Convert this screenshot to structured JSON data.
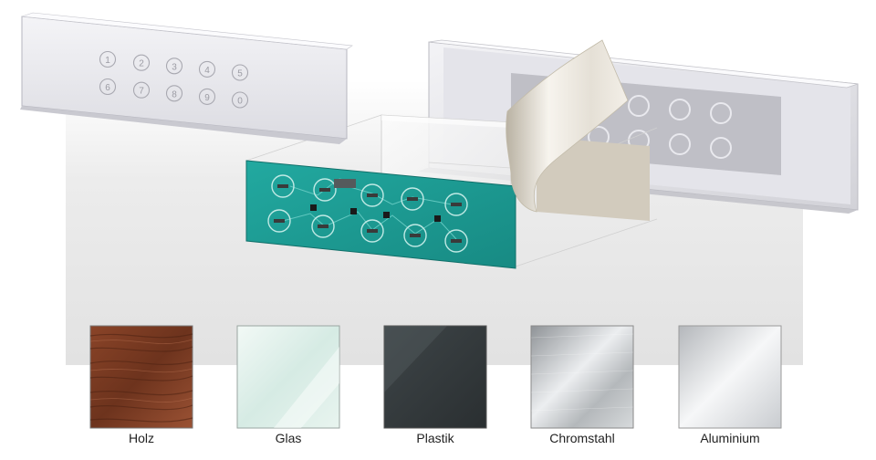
{
  "keypad": {
    "digits": [
      "1",
      "2",
      "3",
      "4",
      "5",
      "6",
      "7",
      "8",
      "9",
      "0"
    ]
  },
  "materials": [
    {
      "id": "holz",
      "label": "Holz",
      "colors": [
        "#7a3a22",
        "#a4583a",
        "#5c2a17"
      ]
    },
    {
      "id": "glas",
      "label": "Glas",
      "colors": [
        "#e3f1ec",
        "#cfe6df",
        "#f2f9f6"
      ]
    },
    {
      "id": "plastik",
      "label": "Plastik",
      "colors": [
        "#2e3335",
        "#4a5153",
        "#3a4043"
      ]
    },
    {
      "id": "chromstahl",
      "label": "Chromstahl",
      "colors": [
        "#9ea2a6",
        "#e9ebed",
        "#b6babd"
      ]
    },
    {
      "id": "aluminium",
      "label": "Aluminium",
      "colors": [
        "#b9bcc0",
        "#f4f5f6",
        "#d3d6d9"
      ]
    }
  ],
  "colors": {
    "pcb": "#1e9e96",
    "pcb_dark": "#17847d",
    "panel_light": "#f0f0f3",
    "panel_mid": "#d9d9de",
    "backdrop": "#e6e6e6",
    "film": "#e8e4dc",
    "film_back": "#cbc4b6"
  }
}
